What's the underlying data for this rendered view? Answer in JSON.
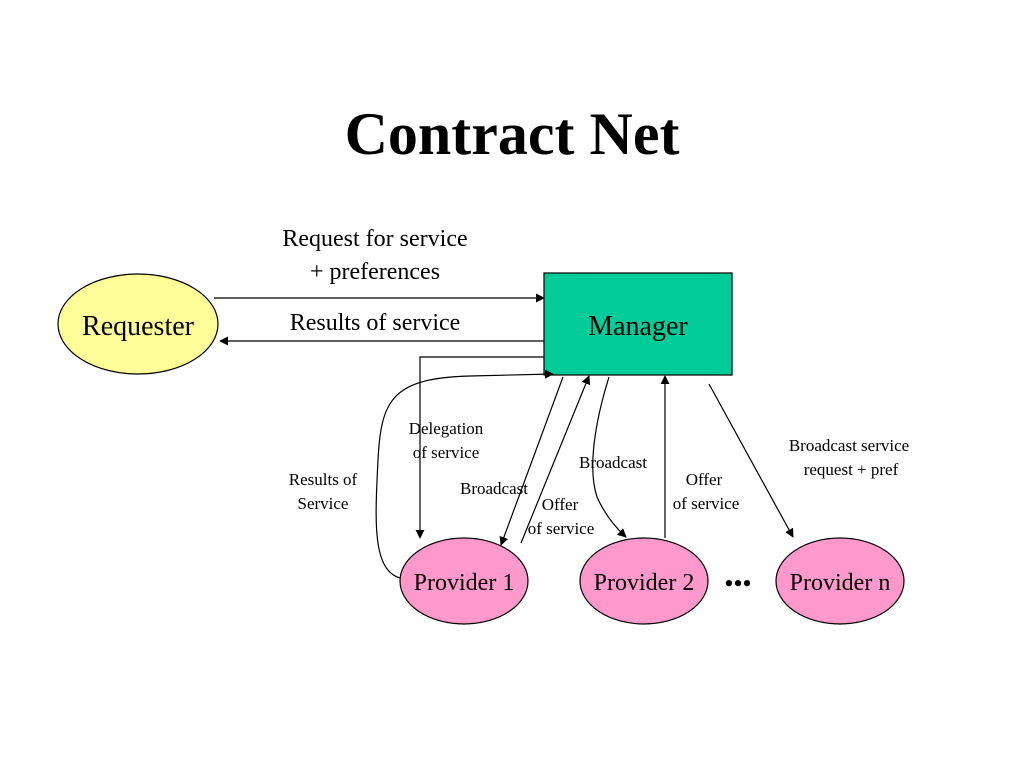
{
  "title": "Contract Net",
  "nodes": {
    "requester": "Requester",
    "manager": "Manager",
    "provider1": "Provider 1",
    "provider2": "Provider 2",
    "ellipsis": "•••",
    "providern": "Provider n"
  },
  "labels": {
    "request_line1": "Request for service",
    "request_line2": "+ preferences",
    "results_of_service": "Results of service",
    "delegation_line1": "Delegation",
    "delegation_line2": "of service",
    "results_of_line1": "Results of",
    "results_of_line2": "Service",
    "broadcast_p1": "Broadcast",
    "offer_p1_line1": "Offer",
    "offer_p1_line2": "of service",
    "broadcast_p2": "Broadcast",
    "offer_p2_line1": "Offer",
    "offer_p2_line2": "of service",
    "broadcast_pn_line1": "Broadcast service",
    "broadcast_pn_line2": "request + pref"
  },
  "colors": {
    "requester_fill": "#FFFF99",
    "manager_fill": "#00CC99",
    "provider_fill": "#FF99CC",
    "stroke": "#000000"
  }
}
